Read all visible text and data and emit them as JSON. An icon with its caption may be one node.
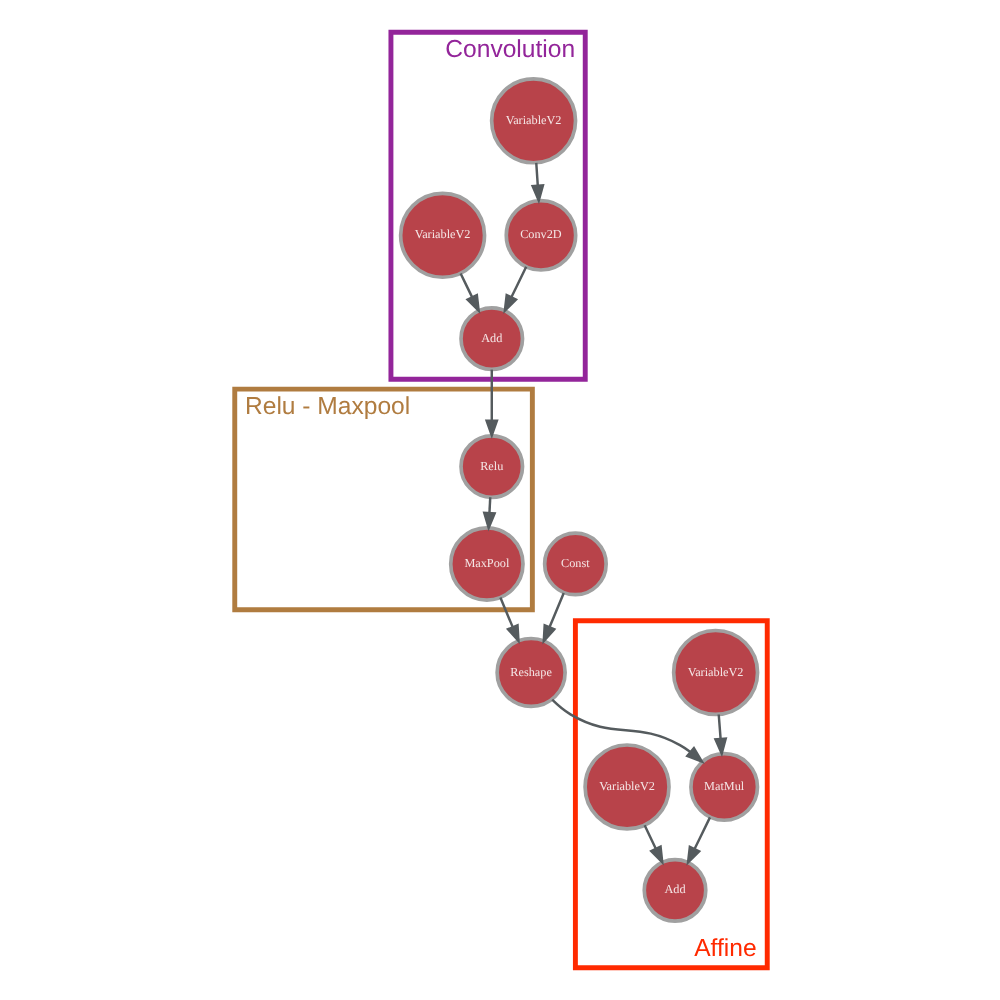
{
  "diagram": {
    "nodes": [
      {
        "text": [
          "Convolution"
        ]
      },
      {
        "text": [
          "VariableV2"
        ],
        "in": 0
      },
      {
        "text": [
          "Conv2D"
        ],
        "in": 0
      },
      {
        "text": [
          "Add"
        ],
        "in": 0
      },
      {
        "text": [
          "VariableV2"
        ],
        "in": 0
      },
      {
        "text": [
          "Relu - Maxpool"
        ]
      },
      {
        "text": [
          "Relu"
        ],
        "in": 5
      },
      {
        "text": [
          "MaxPool"
        ],
        "in": 5
      },
      {
        "text": [
          "Reshape"
        ]
      },
      {
        "text": [
          "Const"
        ]
      },
      {
        "text": [
          "Affine"
        ]
      },
      {
        "text": [
          "VariableV2"
        ],
        "in": 10
      },
      {
        "text": [
          "MatMul"
        ],
        "in": 10
      },
      {
        "text": [
          "Add"
        ],
        "in": 10
      },
      {
        "text": [
          "VariableV2"
        ],
        "in": 10
      }
    ],
    "edges": [
      {
        "from": 1,
        "to": 2,
        "arrow": "to"
      },
      {
        "from": 2,
        "to": 3,
        "arrow": "to"
      },
      {
        "from": 4,
        "to": 3,
        "arrow": "to"
      },
      {
        "from": 3,
        "to": 6,
        "arrow": "to"
      },
      {
        "from": 6,
        "to": 7,
        "arrow": "to"
      },
      {
        "from": 7,
        "to": 8,
        "arrow": "to"
      },
      {
        "from": 9,
        "to": 8,
        "arrow": "to"
      },
      {
        "from": 8,
        "to": 12,
        "arrow": "to"
      },
      {
        "from": 11,
        "to": 12,
        "arrow": "to"
      },
      {
        "from": 12,
        "to": 13,
        "arrow": "to"
      },
      {
        "from": 14,
        "to": 13,
        "arrow": "to"
      }
    ]
  }
}
